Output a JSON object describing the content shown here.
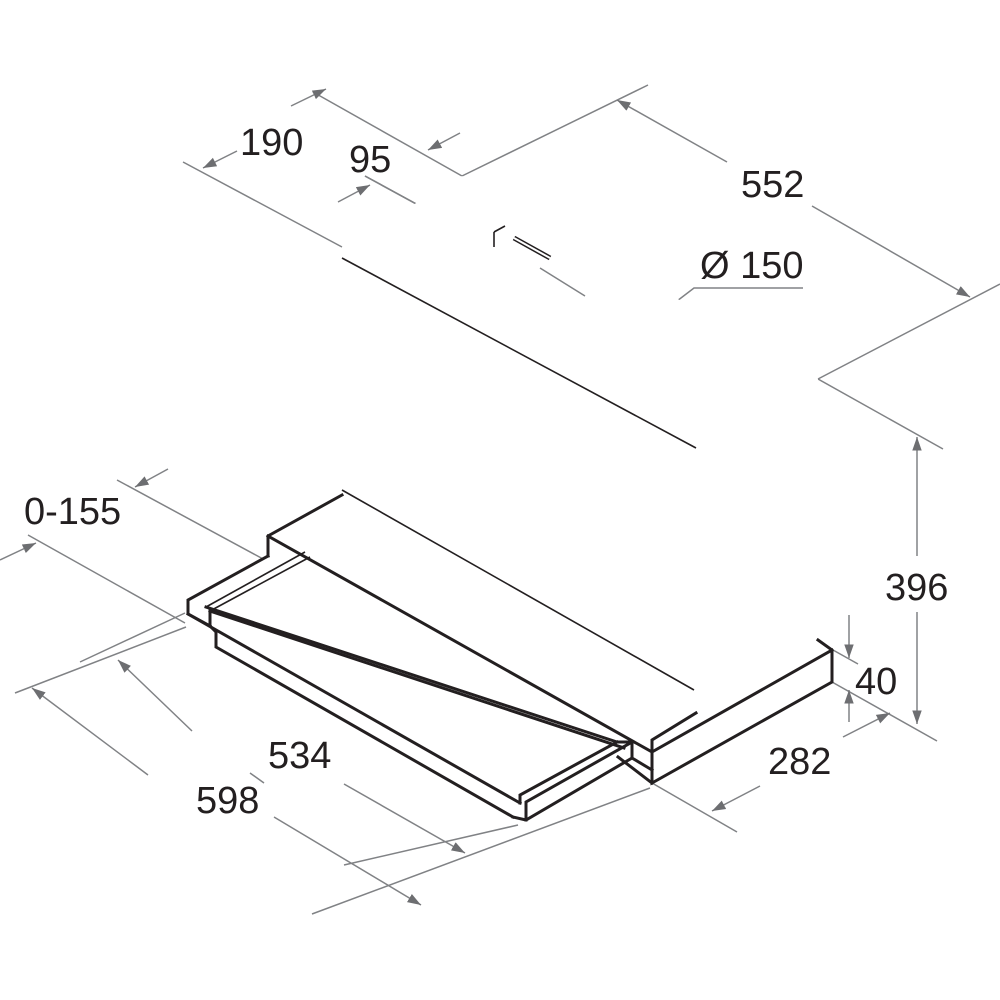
{
  "diagram": {
    "subject": "Telescopic cooker hood dimension drawing",
    "units": "mm",
    "colors": {
      "outline": "#231f20",
      "dimension_line": "#808285",
      "arrow": "#6d6e71",
      "background": "#ffffff"
    },
    "dimensions": {
      "depth_top": "190",
      "outlet_offset": "95",
      "width_body": "552",
      "outlet_diameter": "Ø 150",
      "drawer_extension": "0-155",
      "height_total": "396",
      "base_height": "40",
      "base_depth": "282",
      "width_drawer": "534",
      "width_total": "598"
    }
  }
}
